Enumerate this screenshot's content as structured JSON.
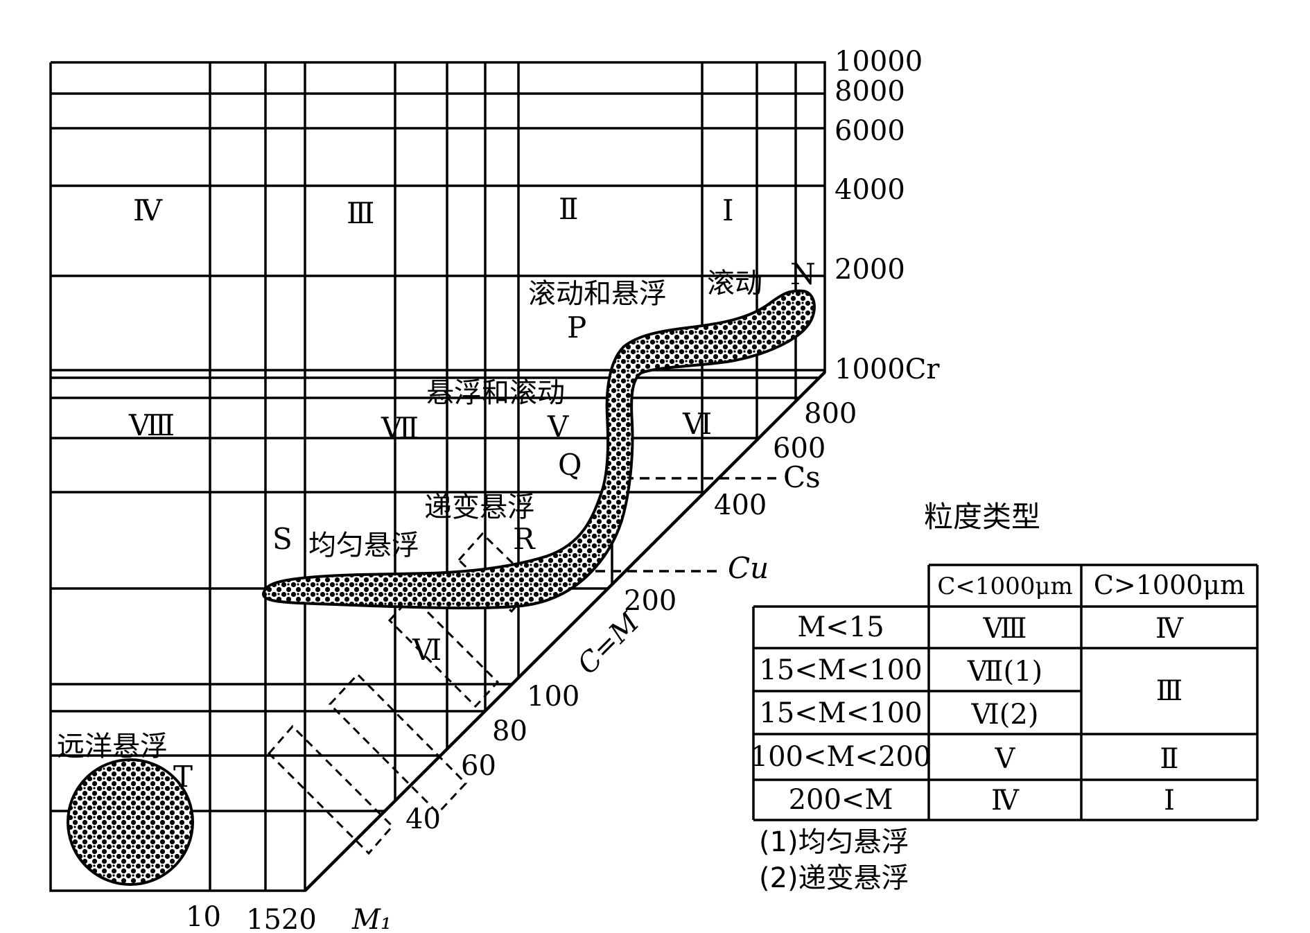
{
  "y_ticks": [
    "10000",
    "8000",
    "6000",
    "4000",
    "2000",
    "1000Cr"
  ],
  "diag_ticks": [
    "800",
    "600",
    "400",
    "200",
    "100",
    "80",
    "60",
    "40"
  ],
  "x_ticks": [
    "10",
    "1520",
    "M₁"
  ],
  "diag_axis_label": "C=M",
  "upper_regions": [
    "Ⅳ",
    "Ⅲ",
    "Ⅱ",
    "Ⅰ"
  ],
  "middle_regions": [
    "Ⅷ",
    "Ⅶ",
    "Ⅴ",
    "Ⅵ"
  ],
  "lower_region": "Ⅵ",
  "point_labels": {
    "N": "N",
    "P": "P",
    "Q": "Q",
    "R": "R",
    "S": "S",
    "T": "T"
  },
  "line_labels": {
    "cs": "Cs",
    "cu": "Cu"
  },
  "zones": {
    "rolling": "滚动",
    "rolling_suspension": "滚动和悬浮",
    "suspension_rolling": "悬浮和滚动",
    "graded_suspension": "递变悬浮",
    "uniform_suspension": "均匀悬浮",
    "pelagic_suspension": "远洋悬浮"
  },
  "table": {
    "title": "粒度类型",
    "headers": [
      "C<1000μm",
      "C>1000μm"
    ],
    "rows": [
      {
        "m": "M<15",
        "small": "Ⅷ",
        "large": "Ⅳ"
      },
      {
        "m": "15<M<100",
        "small": "Ⅶ(1)",
        "large": "Ⅲ"
      },
      {
        "m": "15<M<100",
        "small": "Ⅵ(2)",
        "large": ""
      },
      {
        "m": "100<M<200",
        "small": "Ⅴ",
        "large": "Ⅱ"
      },
      {
        "m": "200<M",
        "small": "Ⅳ",
        "large": "Ⅰ"
      }
    ]
  },
  "footnotes": [
    "(1)均匀悬浮",
    "(2)递变悬浮"
  ]
}
